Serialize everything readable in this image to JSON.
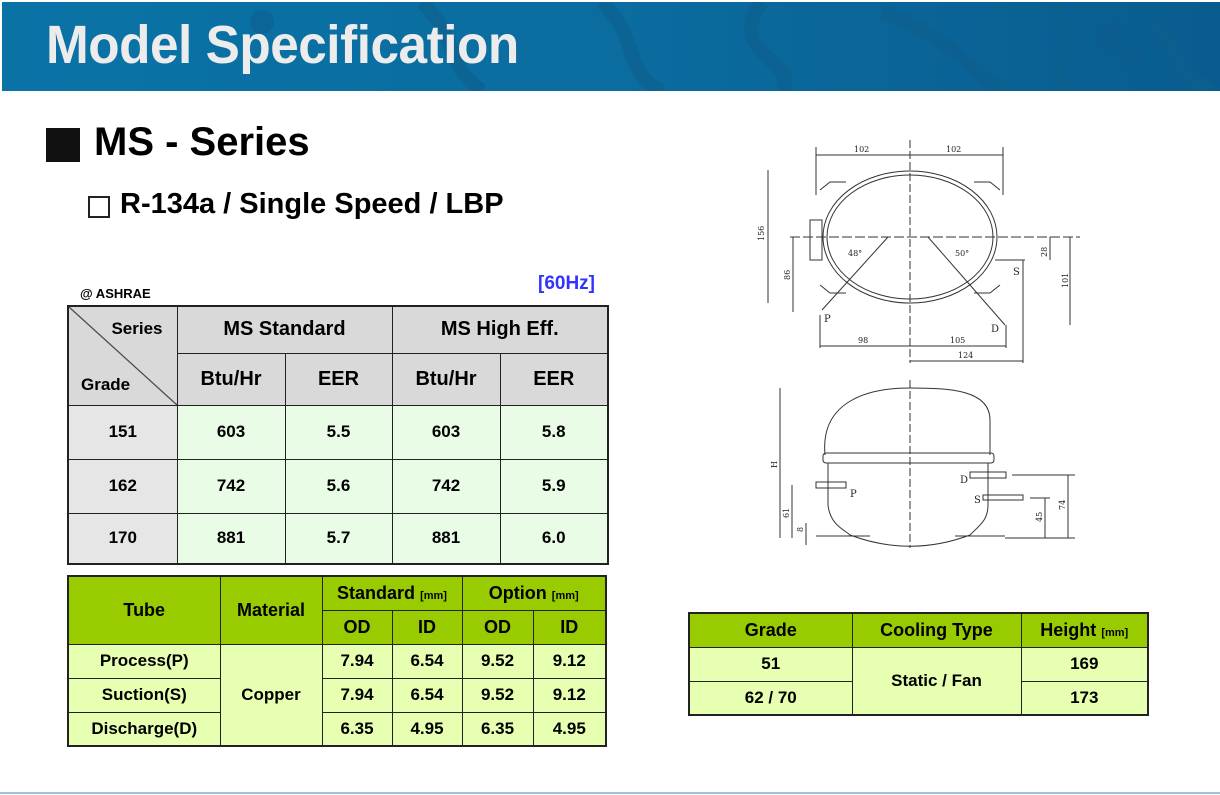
{
  "header": {
    "title": "Model Specification"
  },
  "section": {
    "title": "MS - Series",
    "subtitle": "R-134a / Single Speed / LBP",
    "standard_note": "@ ASHRAE",
    "frequency": "[60Hz]"
  },
  "capacity_table": {
    "corner_top": "Series",
    "corner_bottom": "Grade",
    "groups": [
      "MS Standard",
      "MS High Eff."
    ],
    "subheaders": [
      "Btu/Hr",
      "EER",
      "Btu/Hr",
      "EER"
    ],
    "rows": [
      {
        "grade": "151",
        "values": [
          "603",
          "5.5",
          "603",
          "5.8"
        ]
      },
      {
        "grade": "162",
        "values": [
          "742",
          "5.6",
          "742",
          "5.9"
        ]
      },
      {
        "grade": "170",
        "values": [
          "881",
          "5.7",
          "881",
          "6.0"
        ]
      }
    ]
  },
  "tube_table": {
    "headers": [
      "Tube",
      "Material"
    ],
    "groups": [
      {
        "label": "Standard",
        "unit": "[mm]"
      },
      {
        "label": "Option",
        "unit": "[mm]"
      }
    ],
    "subheaders": [
      "OD",
      "ID",
      "OD",
      "ID"
    ],
    "material": "Copper",
    "rows": [
      {
        "tube": "Process(P)",
        "values": [
          "7.94",
          "6.54",
          "9.52",
          "9.12"
        ]
      },
      {
        "tube": "Suction(S)",
        "values": [
          "7.94",
          "6.54",
          "9.52",
          "9.12"
        ]
      },
      {
        "tube": "Discharge(D)",
        "values": [
          "6.35",
          "4.95",
          "6.35",
          "4.95"
        ]
      }
    ]
  },
  "height_table": {
    "headers": [
      "Grade",
      "Cooling Type",
      "Height"
    ],
    "height_unit": "[mm]",
    "cooling": "Static / Fan",
    "rows": [
      {
        "grade": "51",
        "height": "169"
      },
      {
        "grade": "62 / 70",
        "height": "173"
      }
    ]
  },
  "top_view": {
    "dims": [
      "102",
      "102",
      "156",
      "86",
      "28",
      "101",
      "98",
      "105",
      "124"
    ],
    "angles": [
      "48°",
      "50°"
    ],
    "ports": [
      "P",
      "S",
      "D"
    ]
  },
  "side_view": {
    "dims": [
      "H",
      "61",
      "8",
      "74",
      "45"
    ],
    "ports": [
      "P",
      "D",
      "S"
    ]
  }
}
